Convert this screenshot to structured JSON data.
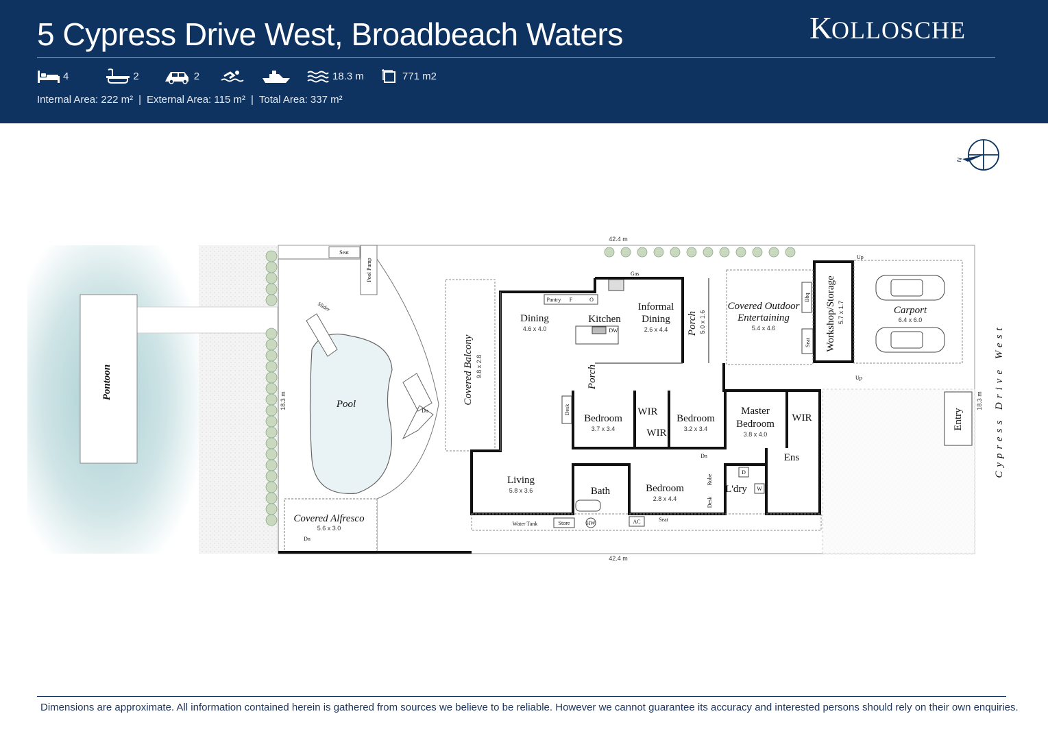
{
  "header": {
    "address": "5 Cypress Drive West,",
    "suburb": "Broadbeach Waters",
    "brand": "Kollosche",
    "features": [
      {
        "icon": "bed-icon",
        "value": "4"
      },
      {
        "icon": "bath-icon",
        "value": "2"
      },
      {
        "icon": "car-icon",
        "value": "2"
      },
      {
        "icon": "swim-icon",
        "value": ""
      },
      {
        "icon": "boat-icon",
        "value": ""
      },
      {
        "icon": "water-frontage-icon",
        "value": "18.3 m"
      },
      {
        "icon": "land-area-icon",
        "value": "771 m2"
      }
    ],
    "internal_area": "Internal Area:  222 m²",
    "external_area": "External Area: 115 m²",
    "total_area": "Total Area: 337 m²",
    "separator": "|"
  },
  "plan": {
    "compass_letter": "N",
    "dim_top": "42.4 m",
    "dim_bottom": "42.4 m",
    "dim_left": "18.3 m",
    "dim_right": "18.3 m",
    "street": "Cypress Drive West",
    "rooms": {
      "pontoon": "Pontoon",
      "pool": "Pool",
      "slider": "Slider",
      "seat_top": "Seat",
      "pool_pump": "Pool Pump",
      "pool_dn": "Dn",
      "alfresco": "Covered Alfresco",
      "alfresco_dim": "5.6 x 3.0",
      "alfresco_dn": "Dn",
      "balcony": "Covered Balcony",
      "balcony_dim": "9.8 x 2.8",
      "dining": "Dining",
      "dining_dim": "4.6 x 4.0",
      "kitchen": "Kitchen",
      "pantry": "Pantry",
      "fridge": "F",
      "oven": "O",
      "dw": "DW",
      "gas": "Gas",
      "informal": "Informal",
      "informal2": "Dining",
      "informal_dim": "2.6 x 4.4",
      "porch_north": "Porch",
      "porch_north_dim": "5.0 x 1.6",
      "outdoor1": "Covered Outdoor",
      "outdoor2": "Entertaining",
      "outdoor_dim": "5.4 x 4.6",
      "bbq": "Bbq",
      "seat_outdoor": "Seat",
      "workshop": "Workshop/Storage",
      "workshop_dim": "5.7 x 1.7",
      "carport": "Carport",
      "carport_dim": "6.4 x 6.0",
      "up_top": "Up",
      "up_mid": "Up",
      "porch_mid": "Porch",
      "desk1": "Desk",
      "bed1": "Bedroom",
      "bed1_dim": "3.7 x 3.4",
      "wir1": "WIR",
      "wir2": "WIR",
      "bed2": "Bedroom",
      "bed2_dim": "3.2 x 3.4",
      "master1": "Master",
      "master2": "Bedroom",
      "master_dim": "3.8 x 4.0",
      "wir3": "WIR",
      "entry": "Entry",
      "living": "Living",
      "living_dim": "5.8 x 3.6",
      "bath": "Bath",
      "bed3": "Bedroom",
      "bed3_dim": "2.8 x 4.4",
      "robe": "Robe",
      "desk2": "Desk",
      "laundry": "L'dry",
      "dn_laundry": "Dn",
      "dryer": "D",
      "washer": "W",
      "ens": "Ens",
      "water_tank": "Water Tank",
      "store": "Store",
      "hw": "HW",
      "ac": "AC",
      "seat_bottom": "Seat"
    }
  },
  "footer": {
    "disclaimer": "Dimensions are approximate.  All information contained herein is gathered from sources we believe to be reliable.  However we cannot guarantee its accuracy and interested persons should rely on their own enquiries."
  },
  "colors": {
    "header_bg": "#0e3360",
    "water": "#a9cfd3",
    "wall": "#111111"
  }
}
